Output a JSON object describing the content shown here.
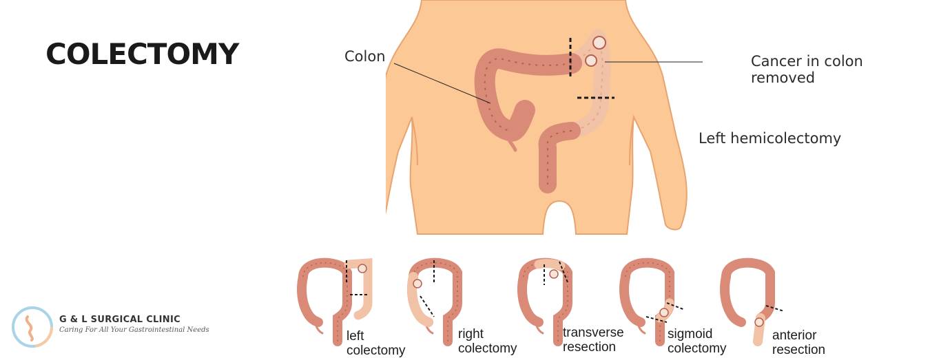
{
  "title": "COLECTOMY",
  "labels": {
    "colon": "Colon",
    "cancer_line1": "Cancer in colon",
    "cancer_line2": "removed",
    "procedure": "Left hemicolectomy"
  },
  "variants": [
    {
      "line1": "left",
      "line2": "colectomy"
    },
    {
      "line1": "right",
      "line2": "colectomy"
    },
    {
      "line1": "transverse",
      "line2": "resection"
    },
    {
      "line1": "sigmoid",
      "line2": "colectomy"
    },
    {
      "line1": "anterior",
      "line2": "resection"
    }
  ],
  "logo": {
    "name": "G & L SURGICAL CLINIC",
    "tagline": "Caring For All Your Gastrointestinal Needs"
  },
  "colors": {
    "skin": "#fbc896",
    "skin_outline": "#e8a36e",
    "colon": "#d98b78",
    "colon_dark": "#b5604f",
    "removed": "#f2c2a7",
    "tumor": "#f7e4d8",
    "cut_line": "#1a1a1a"
  }
}
